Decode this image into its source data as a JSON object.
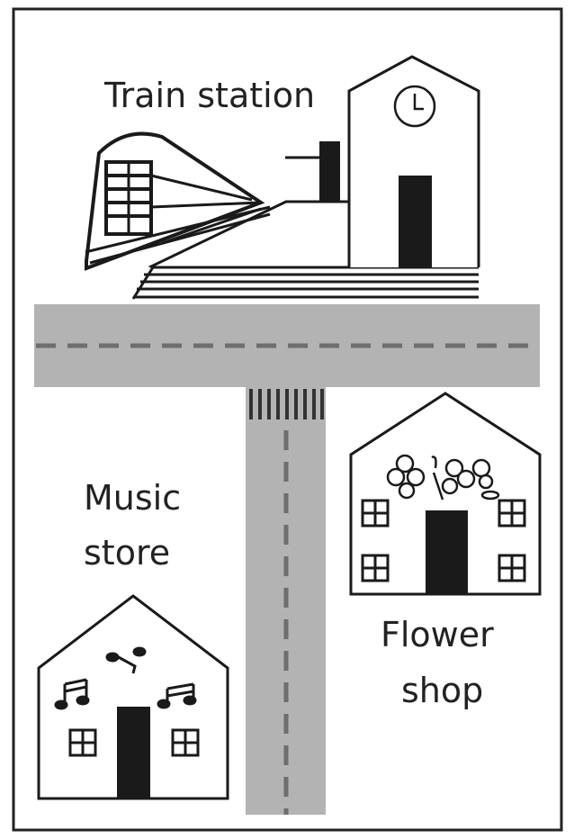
{
  "labels": {
    "train_station": "Train station",
    "music_store_line1": "Music",
    "music_store_line2": "store",
    "flower_shop_line1": "Flower",
    "flower_shop_line2": "shop"
  },
  "colors": {
    "road": "#b3b3b3",
    "road_dash": "#6e6e6e",
    "ink": "#1a1a1a"
  }
}
